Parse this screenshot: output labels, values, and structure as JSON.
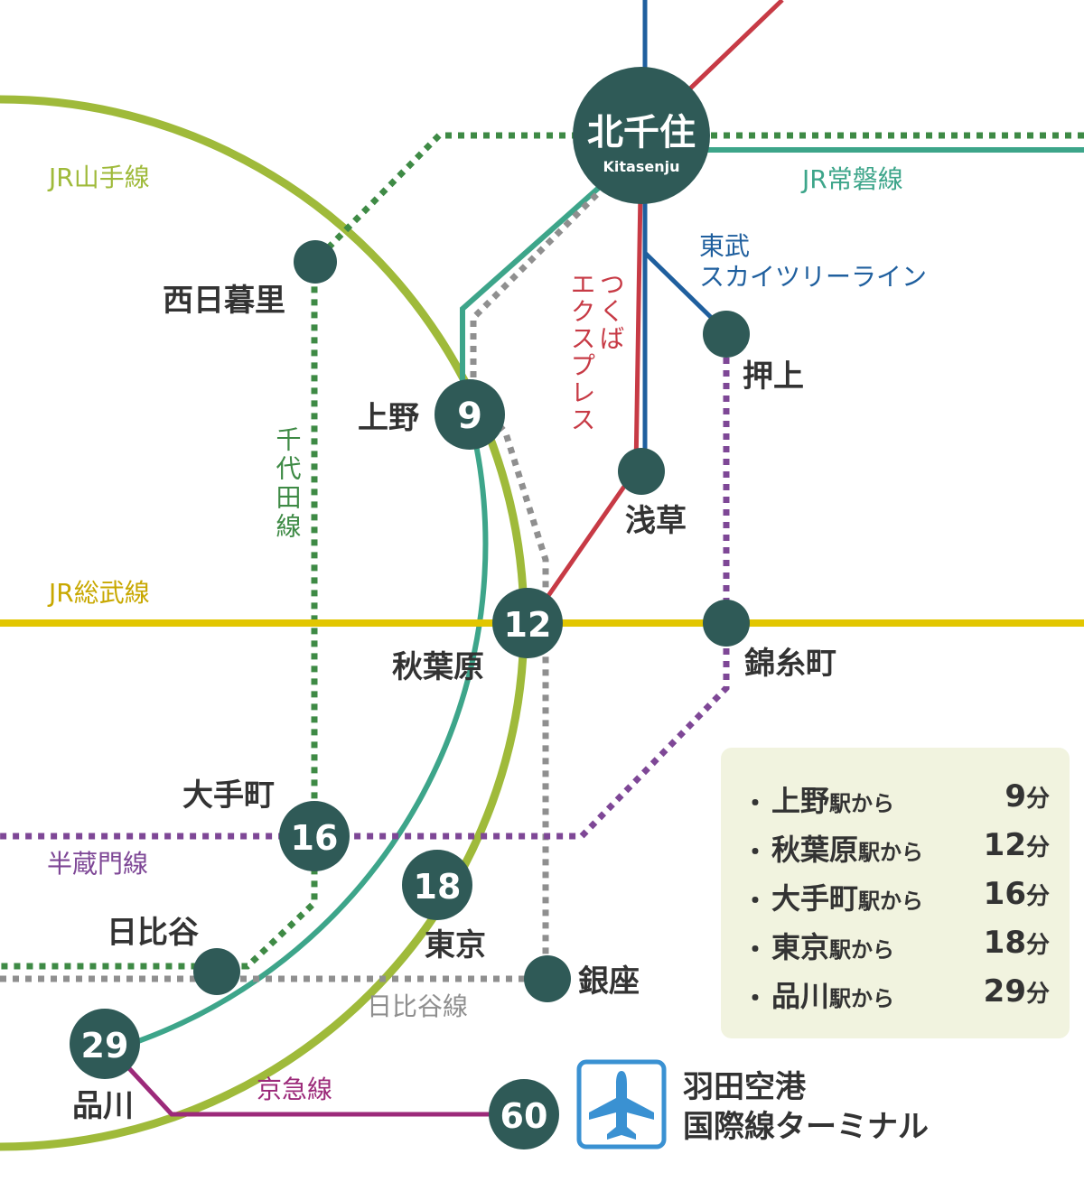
{
  "colors": {
    "station": "#2f5a57",
    "yamanote": "#9fba3a",
    "joban": "#3da58a",
    "hibiya": "#8f8f8f",
    "chiyoda": "#3e8a45",
    "tsukuba": "#c73a45",
    "tobu": "#1f5f9e",
    "sobu": "#e2c600",
    "hanzomon": "#7e4796",
    "keikyu": "#9c2a7a",
    "airport": "#3a91d2"
  },
  "hub": {
    "name": "北千住",
    "romaji": "Kitasenju"
  },
  "lines": {
    "yamanote": "JR山手線",
    "joban": "JR常磐線",
    "tobu_1": "東武",
    "tobu_2": "スカイツリーライン",
    "tsukuba_1": "つくば",
    "tsukuba_2": "エクスプレス",
    "chiyoda": "千代田線",
    "sobu": "JR総武線",
    "hanzomon": "半蔵門線",
    "hibiya": "日比谷線",
    "keikyu": "京急線"
  },
  "stations": {
    "nishinippori": "西日暮里",
    "ueno": "上野",
    "oshiage": "押上",
    "asakusa": "浅草",
    "akihabara": "秋葉原",
    "kinshicho": "錦糸町",
    "otemachi": "大手町",
    "hibiya": "日比谷",
    "tokyo": "東京",
    "ginza": "銀座",
    "shinagawa": "品川"
  },
  "minutes": {
    "ueno": "9",
    "akihabara": "12",
    "otemachi": "16",
    "tokyo": "18",
    "shinagawa": "29",
    "haneda": "60"
  },
  "terminal": {
    "line1": "羽田空港",
    "line2": "国際線ターミナル"
  },
  "info": {
    "bullet": "・",
    "suffix": "駅から",
    "unit": "分",
    "rows": [
      {
        "station": "上野",
        "time": "9"
      },
      {
        "station": "秋葉原",
        "time": "12"
      },
      {
        "station": "大手町",
        "time": "16"
      },
      {
        "station": "東京",
        "time": "18"
      },
      {
        "station": "品川",
        "time": "29"
      }
    ]
  },
  "icons": {
    "airport": "airplane-icon"
  }
}
